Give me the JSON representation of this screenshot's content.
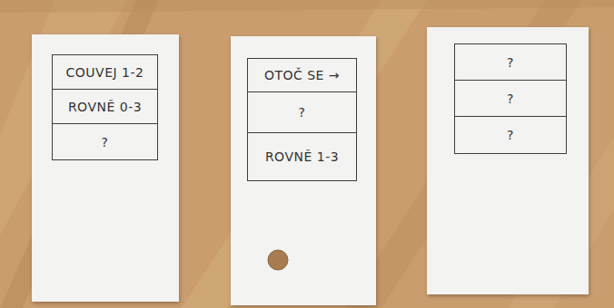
{
  "diagram": {
    "nodes": [
      {
        "text": [
          "COUVEJ 1-2"
        ]
      },
      {
        "text": [
          "ROVNĚ 0-3"
        ]
      },
      {
        "text": [
          "?"
        ]
      },
      {
        "text": [
          "OTOČ SE →"
        ]
      },
      {
        "text": [
          "?"
        ]
      },
      {
        "text": [
          "ROVNĚ 1-3"
        ]
      },
      {
        "text": [
          "?"
        ]
      },
      {
        "text": [
          "?"
        ]
      },
      {
        "text": [
          "?"
        ]
      }
    ]
  }
}
